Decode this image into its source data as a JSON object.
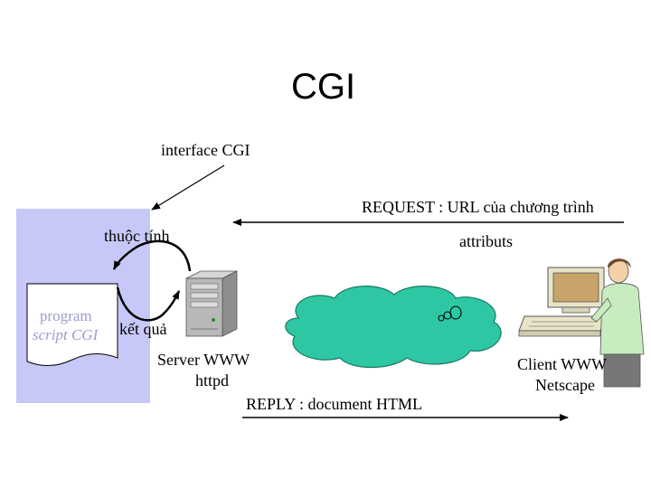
{
  "title": "CGI",
  "labels": {
    "interface": "interface CGI",
    "request": "REQUEST : URL của chương trình",
    "thuoc_tinh": "thuộc tính",
    "attributs": "attributs",
    "program": "program",
    "script": "script CGI",
    "ket_qua": "kết quả",
    "server_line1": "Server WWW",
    "server_line2": "httpd",
    "client_line1": "Client WWW",
    "client_line2": "Netscape",
    "reply": "REPLY : document HTML"
  },
  "colors": {
    "panel": "#c8c8f8",
    "document": "#ffffff",
    "document_text": "#9b9bd0",
    "cloud": "#2ec7a4",
    "cloud_outline": "#1a7a63",
    "server": "#b8b8b8",
    "computer": "#e8e4c8",
    "screen": "#c8a46a",
    "person_shirt": "#c8ecc0"
  },
  "icons": [
    "document-icon",
    "server-icon",
    "cloud-icon",
    "client-computer-icon",
    "person-icon"
  ]
}
